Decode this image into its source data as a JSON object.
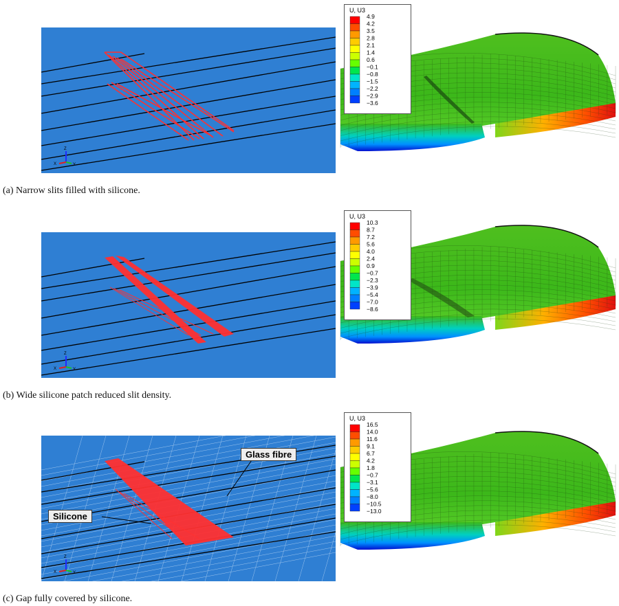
{
  "panels": [
    {
      "id": "a",
      "caption": "(a) Narrow slits filled with silicone.",
      "legend": {
        "title": "U, U3",
        "values": [
          "4.9",
          "4.2",
          "3.5",
          "2.8",
          "2.1",
          "1.4",
          "0.6",
          "−0.1",
          "−0.8",
          "−1.5",
          "−2.2",
          "−2.9",
          "−3.6"
        ]
      },
      "annotations": []
    },
    {
      "id": "b",
      "caption": "(b) Wide silicone patch reduced slit density.",
      "legend": {
        "title": "U, U3",
        "values": [
          "10.3",
          "8.7",
          "7.2",
          "5.6",
          "4.0",
          "2.4",
          "0.9",
          "−0.7",
          "−2.3",
          "−3.9",
          "−5.4",
          "−7.0",
          "−8.6"
        ]
      },
      "annotations": []
    },
    {
      "id": "c",
      "caption": "(c) Gap fully covered by silicone.",
      "legend": {
        "title": "U, U3",
        "values": [
          "16.5",
          "14.0",
          "11.6",
          "9.1",
          "6.7",
          "4.2",
          "1.8",
          "−0.7",
          "−3.1",
          "−5.6",
          "−8.0",
          "−10.5",
          "−13.0"
        ]
      },
      "annotations": [
        {
          "label": "Glass fibre"
        },
        {
          "label": "Silicone"
        }
      ]
    }
  ],
  "triad": {
    "z": "Z",
    "x": "X",
    "y": "Y"
  },
  "colors": {
    "mesh_blue": "#2f7fd3",
    "silicone_red": "#ff3030",
    "contour": [
      "#ff0000",
      "#ff4d00",
      "#ff9a00",
      "#ffcc00",
      "#ffff00",
      "#ccff00",
      "#66ff00",
      "#00e64d",
      "#00e5c8",
      "#00b3ff",
      "#0080ff",
      "#0040ff",
      "#0000e6"
    ]
  }
}
